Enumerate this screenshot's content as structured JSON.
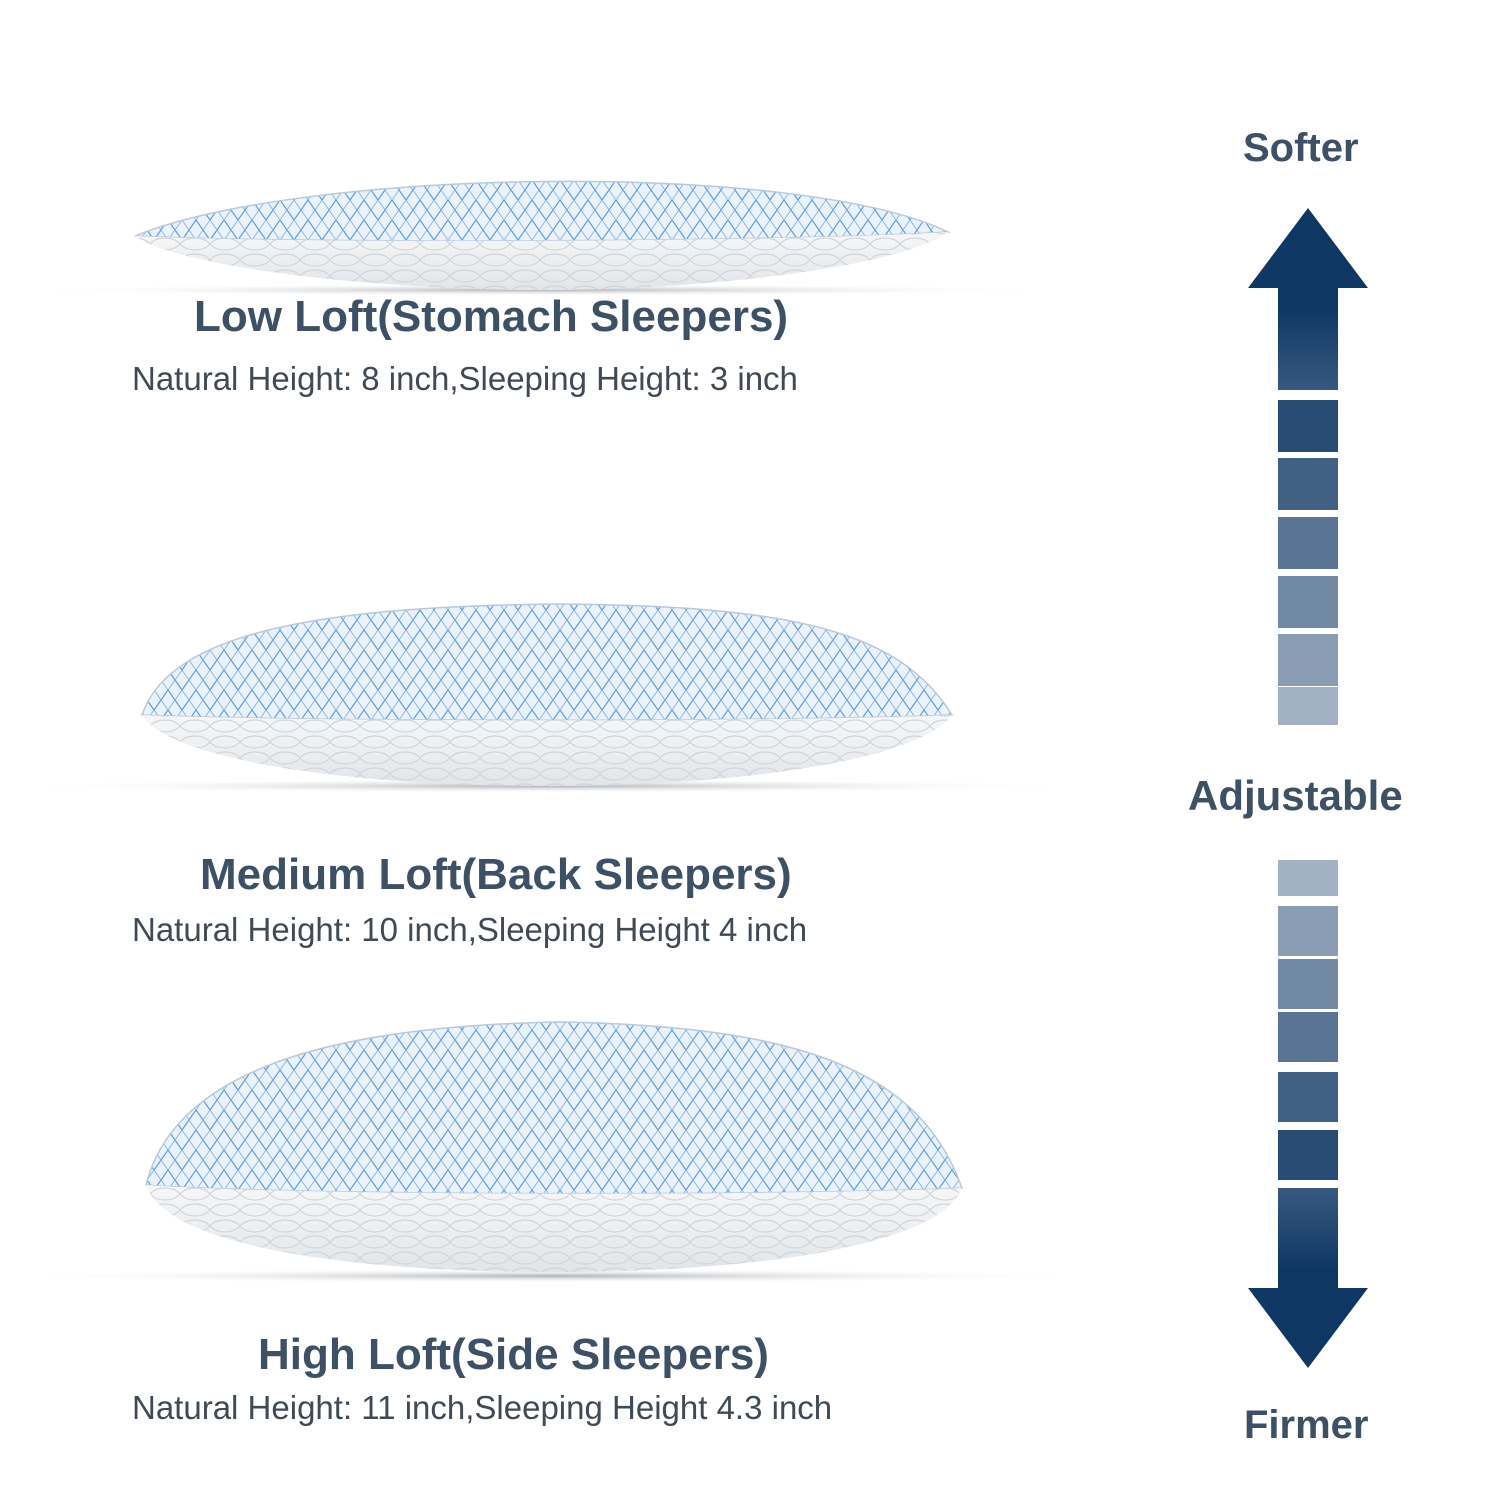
{
  "pillows": [
    {
      "name": "Low Loft(Stomach Sleepers)",
      "detail": "Natural Height: 8 inch,Sleeping Height: 3 inch",
      "natural_height_in": 8,
      "sleeping_height_in": 3
    },
    {
      "name": "Medium Loft(Back Sleepers)",
      "detail": "Natural Height: 10 inch,Sleeping Height 4 inch",
      "natural_height_in": 10,
      "sleeping_height_in": 4
    },
    {
      "name": "High Loft(Side Sleepers)",
      "detail": "Natural Height: 11 inch,Sleeping Height 4.3 inch",
      "natural_height_in": 11,
      "sleeping_height_in": 4.3
    }
  ],
  "scale": {
    "top_label": "Softer",
    "middle_label": "Adjustable",
    "bottom_label": "Firmer",
    "arrow_color": "#0f3764",
    "lightest_color": "#b3bfd0",
    "steps_each_side": 6
  },
  "colors": {
    "text_heading": "#3c5166",
    "text_body": "#3f4a56",
    "pillow_top": "#e9f2fb",
    "pillow_stitch": "#4a93dc",
    "pillow_side": "#eef0f2"
  }
}
